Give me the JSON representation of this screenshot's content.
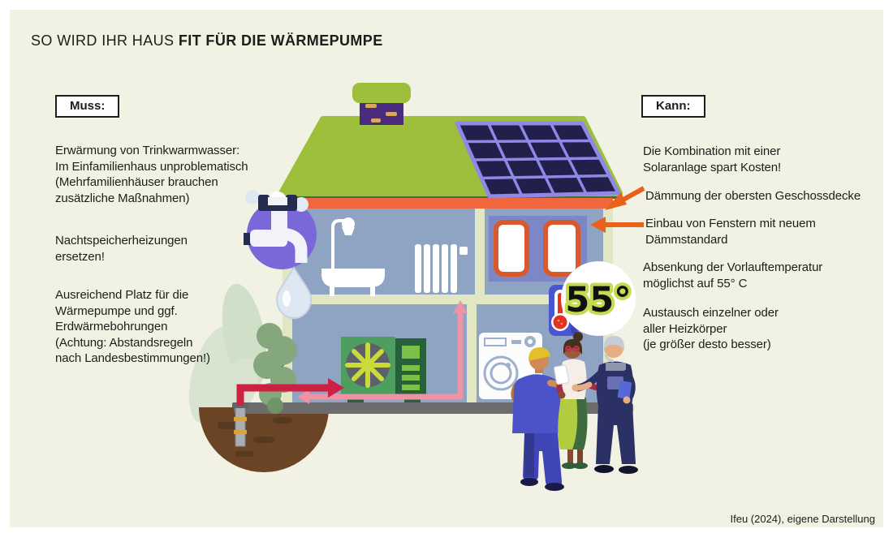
{
  "title": {
    "regular": "SO WIRD IHR HAUS",
    "bold": "FIT FÜR DIE WÄRMEPUMPE"
  },
  "muss": {
    "label": "Muss:",
    "items": [
      "Erwärmung von Trinkwarmwasser:\nIm Einfamilienhaus unproblematisch\n(Mehrfamilienhäuser brauchen\nzusätzliche Maßnahmen)",
      "Nachtspeicherheizungen\nersetzen!",
      "Ausreichend Platz für die\nWärmepumpe und ggf.\nErdwärmebohrungen\n(Achtung: Abstandsregeln\nnach Landesbestimmungen!)"
    ]
  },
  "kann": {
    "label": "Kann:",
    "items": [
      "Die Kombination mit einer\nSolaranlage spart Kosten!",
      "Dämmung der obersten Geschossdecke",
      "Einbau von Fenstern mit neuem\nDämmstandard",
      "Absenkung der Vorlauftemperatur\nmöglichst auf 55° C",
      "Austausch einzelner oder\naller Heizkörper\n(je größer desto besser)"
    ]
  },
  "badge": {
    "temperature": "55°"
  },
  "attribution": "Ifeu (2024), eigene Darstellung",
  "colors": {
    "background": "#f1f2e3",
    "roof_green": "#9dbf3c",
    "insulation_orange": "#f0673e",
    "pointer_arrow_orange": "#e9611b",
    "wall_blue": "#8fa3c2",
    "frame_cream": "#e1e6c3",
    "solar_navy": "#22204b",
    "chimney_purple": "#4b2b7d",
    "flow_red": "#cd2042",
    "flow_pink": "#ef92a3",
    "badge_halo_green": "#c5da4f",
    "thermometer_blue": "#4a55d0",
    "soil_brown": "#6a4425"
  },
  "icons": {
    "orange-arrow-icon": "pointer from list item to house part",
    "thermometer-icon": "flow temperature thermometer",
    "faucet-icon": "drinking warm water tap with drop",
    "solar-panel-icon": "rooftop solar array",
    "heat-pump-icon": "heat pump with fan",
    "washing-machine-icon": "washing machine",
    "radiator-icon": "heating radiator",
    "borehole-icon": "ground borehole probe"
  }
}
